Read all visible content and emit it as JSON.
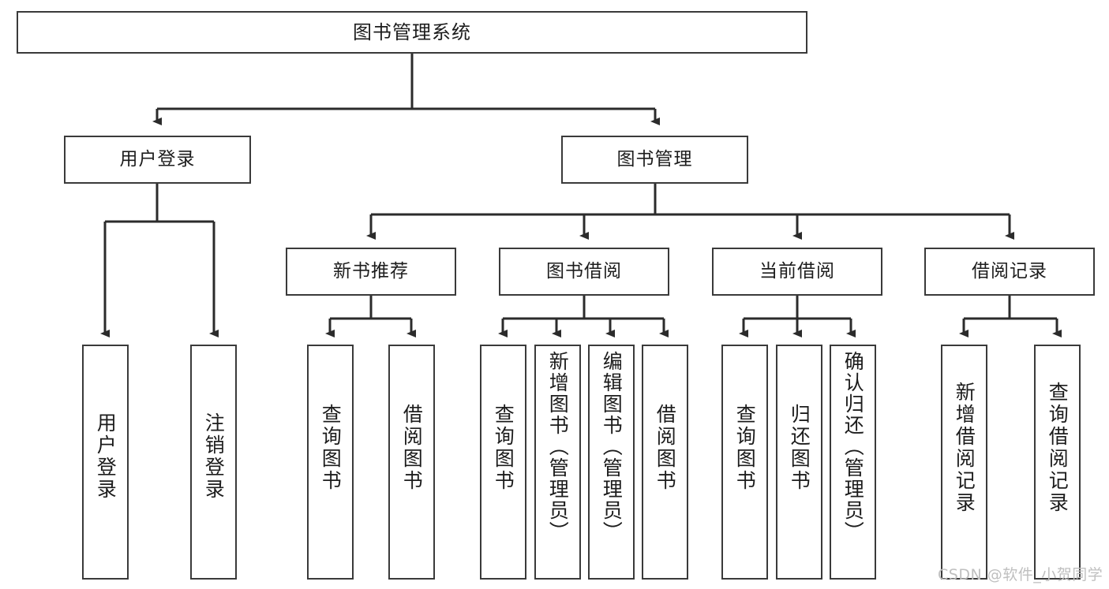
{
  "diagram": {
    "title": "图书管理系统",
    "type": "hierarchy-tree",
    "watermark": "CSDN @软件_小贺同学",
    "colors": {
      "box_border": "#3a3a3a",
      "box_fill": "#ffffff",
      "edge": "#2b2b2b",
      "text": "#1c1c1c",
      "watermark": "#bfbfbf",
      "background": "#ffffff"
    },
    "nodes": {
      "root": {
        "label": "图书管理系统"
      },
      "level2": [
        {
          "label": "用户登录"
        },
        {
          "label": "图书管理"
        }
      ],
      "level3": [
        {
          "label": "新书推荐"
        },
        {
          "label": "图书借阅"
        },
        {
          "label": "当前借阅"
        },
        {
          "label": "借阅记录"
        }
      ],
      "leaves": {
        "user_login": [
          {
            "label": "用户登录"
          },
          {
            "label": "注销登录"
          }
        ],
        "new_book_recommend": [
          {
            "label": "查询图书"
          },
          {
            "label": "借阅图书"
          }
        ],
        "book_borrow": [
          {
            "label": "查询图书"
          },
          {
            "label": "新增图书（管理员）"
          },
          {
            "label": "编辑图书（管理员）"
          },
          {
            "label": "借阅图书"
          }
        ],
        "current_borrow": [
          {
            "label": "查询图书"
          },
          {
            "label": "归还图书"
          },
          {
            "label": "确认归还（管理员）"
          }
        ],
        "borrow_records": [
          {
            "label": "新增借阅记录"
          },
          {
            "label": "查询借阅记录"
          }
        ]
      }
    }
  }
}
